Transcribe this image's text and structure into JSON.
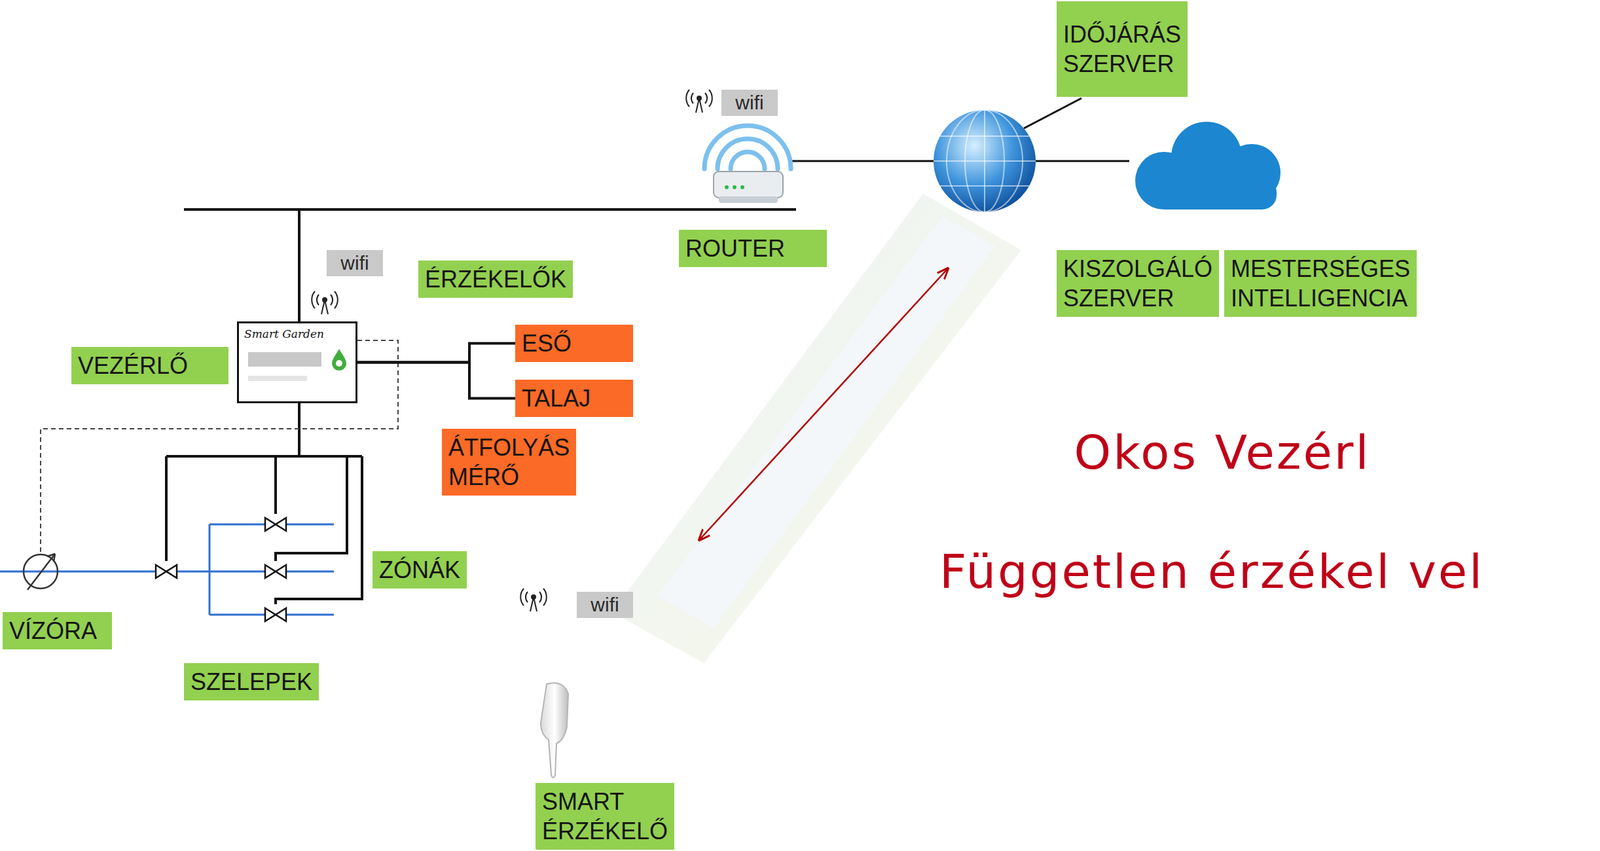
{
  "diagram": {
    "nodes": [
      {
        "text": [
          "IDŐJÁRÁS SZERVER"
        ]
      },
      {
        "text": [
          "wifi"
        ]
      },
      {
        "text": [
          "ROUTER"
        ]
      },
      {
        "text": [
          "KISZOLGÁLÓ SZERVER"
        ]
      },
      {
        "text": [
          "MESTERSÉGES INTELLIGENCIA"
        ]
      },
      {
        "text": [
          "wifi"
        ]
      },
      {
        "text": [
          "ÉRZÉKELŐK"
        ]
      },
      {
        "text": [
          "Smart Garden"
        ]
      },
      {
        "text": [
          "VEZÉRLŐ"
        ]
      },
      {
        "text": [
          "ESŐ"
        ]
      },
      {
        "text": [
          "TALAJ"
        ]
      },
      {
        "text": [
          "ÁTFOLYÁS MÉRŐ"
        ]
      },
      {
        "text": [
          "ZÓNÁK"
        ]
      },
      {
        "text": [
          "wifi"
        ]
      },
      {
        "text": [
          "VÍZÓRA"
        ]
      },
      {
        "text": [
          "SZELEPEK"
        ]
      },
      {
        "text": [
          "SMART ÉRZÉKELŐ"
        ]
      }
    ],
    "edges": [
      {
        "from": 7,
        "to": 9,
        "arrow": "none"
      },
      {
        "from": 7,
        "to": 10,
        "arrow": "none"
      }
    ],
    "labels": [
      "Okos Vezérl",
      "Független érzékel vel"
    ]
  }
}
